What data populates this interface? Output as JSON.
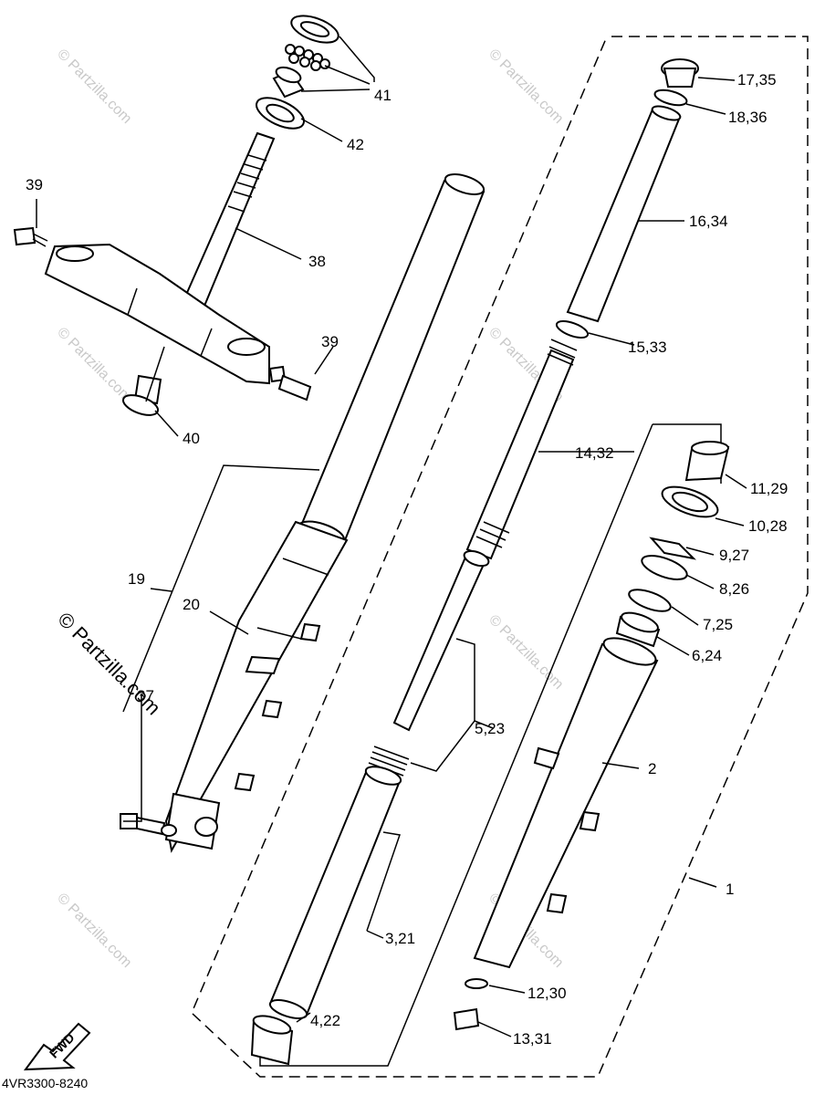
{
  "diagram": {
    "diagram_code": "4VR3300-8240",
    "fwd_badge": "FWD",
    "watermark_text": "© Partzilla.com",
    "callouts": [
      {
        "id": "41",
        "text": "41"
      },
      {
        "id": "42",
        "text": "42"
      },
      {
        "id": "38",
        "text": "38"
      },
      {
        "id": "39a",
        "text": "39"
      },
      {
        "id": "39b",
        "text": "39"
      },
      {
        "id": "40",
        "text": "40"
      },
      {
        "id": "19",
        "text": "19"
      },
      {
        "id": "20",
        "text": "20"
      },
      {
        "id": "37",
        "text": "37"
      },
      {
        "id": "17_35",
        "text": "17,35"
      },
      {
        "id": "18_36",
        "text": "18,36"
      },
      {
        "id": "16_34",
        "text": "16,34"
      },
      {
        "id": "15_33",
        "text": "15,33"
      },
      {
        "id": "14_32",
        "text": "14,32"
      },
      {
        "id": "11_29",
        "text": "11,29"
      },
      {
        "id": "10_28",
        "text": "10,28"
      },
      {
        "id": "9_27",
        "text": "9,27"
      },
      {
        "id": "8_26",
        "text": "8,26"
      },
      {
        "id": "7_25",
        "text": "7,25"
      },
      {
        "id": "6_24",
        "text": "6,24"
      },
      {
        "id": "5_23",
        "text": "5,23"
      },
      {
        "id": "2",
        "text": "2"
      },
      {
        "id": "1",
        "text": "1"
      },
      {
        "id": "3_21",
        "text": "3,21"
      },
      {
        "id": "4_22",
        "text": "4,22"
      },
      {
        "id": "12_30",
        "text": "12,30"
      },
      {
        "id": "13_31",
        "text": "13,31"
      }
    ]
  }
}
